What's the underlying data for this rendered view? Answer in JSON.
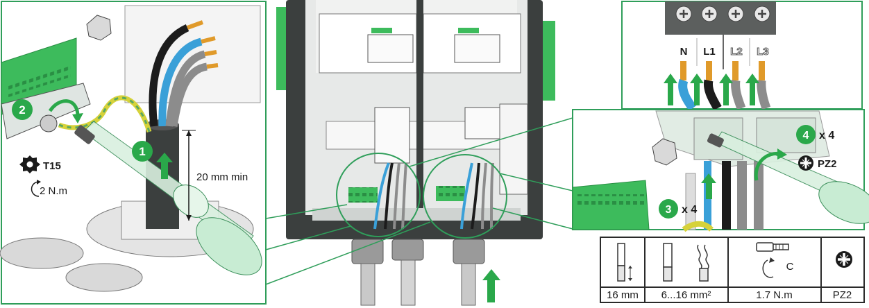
{
  "left_panel": {
    "step_1": "1",
    "step_2": "2",
    "torx_label": "T15",
    "torque": "2 N.m",
    "dimension": "20 mm min"
  },
  "top_right_panel": {
    "terminals": [
      "N",
      "L1",
      "L2",
      "L3"
    ]
  },
  "right_panel": {
    "step_3": "3",
    "step_3_qty": "x 4",
    "step_4": "4",
    "step_4_qty": "x 4",
    "bit_label": "PZ2"
  },
  "spec_table": {
    "strip_length": "16 mm",
    "cross_section": "6...16 mm²",
    "torque": "1.7 N.m",
    "bit": "PZ2",
    "rotation_mark": "C"
  },
  "colors": {
    "frame_green": "#2f9e5a",
    "step_green": "#2aa84a",
    "wire_blue": "#3aa0d8",
    "wire_black": "#1c1c1c",
    "wire_grey": "#8c8c8c",
    "conductor_copper": "#e09a2a",
    "earth_yellow": "#d6d23a",
    "earth_green": "#5aa860",
    "enclosure_dark": "#3b3f3e",
    "terminal_green": "#3dbb5c"
  }
}
